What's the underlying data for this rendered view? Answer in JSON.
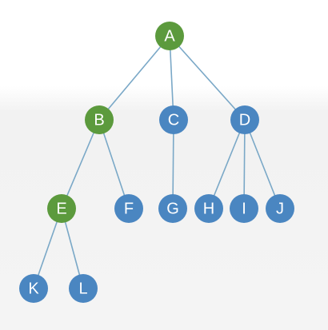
{
  "colors": {
    "highlight": "#5c9a3d",
    "normal": "#4a86c1",
    "edge": "#7aa8c7",
    "label": "#ffffff"
  },
  "tree": {
    "nodes": [
      {
        "id": "A",
        "label": "A",
        "highlighted": true
      },
      {
        "id": "B",
        "label": "B",
        "highlighted": true
      },
      {
        "id": "C",
        "label": "C",
        "highlighted": false
      },
      {
        "id": "D",
        "label": "D",
        "highlighted": false
      },
      {
        "id": "E",
        "label": "E",
        "highlighted": true
      },
      {
        "id": "F",
        "label": "F",
        "highlighted": false
      },
      {
        "id": "G",
        "label": "G",
        "highlighted": false
      },
      {
        "id": "H",
        "label": "H",
        "highlighted": false
      },
      {
        "id": "I",
        "label": "I",
        "highlighted": false
      },
      {
        "id": "J",
        "label": "J",
        "highlighted": false
      },
      {
        "id": "K",
        "label": "K",
        "highlighted": false
      },
      {
        "id": "L",
        "label": "L",
        "highlighted": false
      }
    ],
    "edges": [
      [
        "A",
        "B"
      ],
      [
        "A",
        "C"
      ],
      [
        "A",
        "D"
      ],
      [
        "B",
        "E"
      ],
      [
        "B",
        "F"
      ],
      [
        "C",
        "G"
      ],
      [
        "D",
        "H"
      ],
      [
        "D",
        "I"
      ],
      [
        "D",
        "J"
      ],
      [
        "E",
        "K"
      ],
      [
        "E",
        "L"
      ]
    ]
  }
}
